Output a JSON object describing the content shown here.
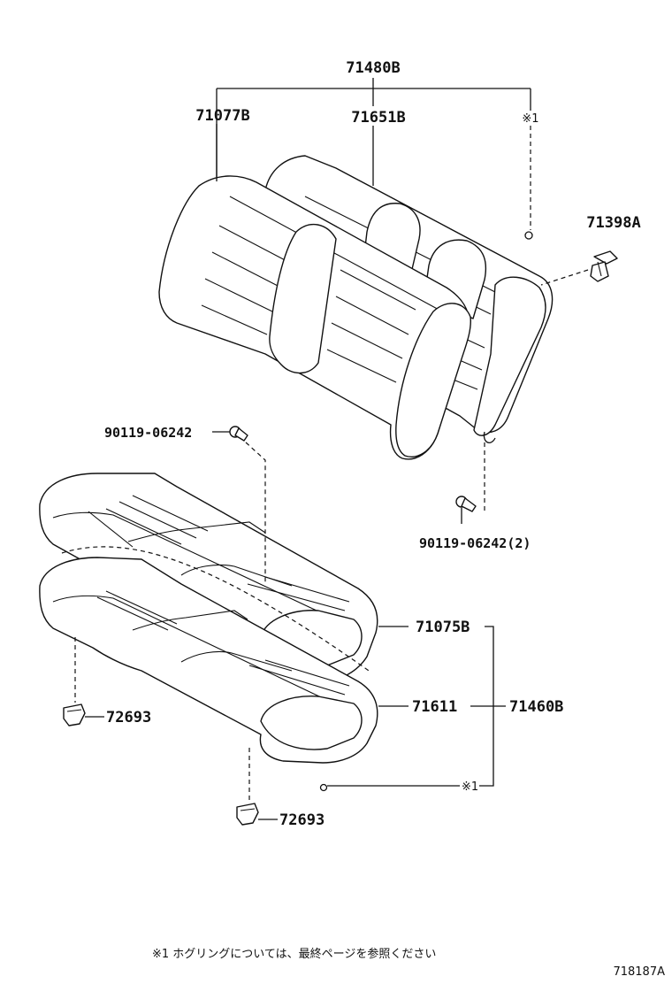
{
  "labels": {
    "backrest_assembly": "71480B",
    "backrest_cover_left": "71077B",
    "backrest_pad": "71651B",
    "hog_ring_mark_top": "※1",
    "headrest_support": "71398A",
    "bolt_upper": "90119-06242",
    "bolt_lower": "90119-06242(2)",
    "cushion_cover": "71075B",
    "cushion_pad": "71611",
    "cushion_assembly": "71460B",
    "hog_ring_mark_bottom": "※1",
    "clip_left": "72693",
    "clip_bottom": "72693"
  },
  "footnote": "※1 ホグリングについては、最終ページを参照ください",
  "diagram_id": "718187A"
}
